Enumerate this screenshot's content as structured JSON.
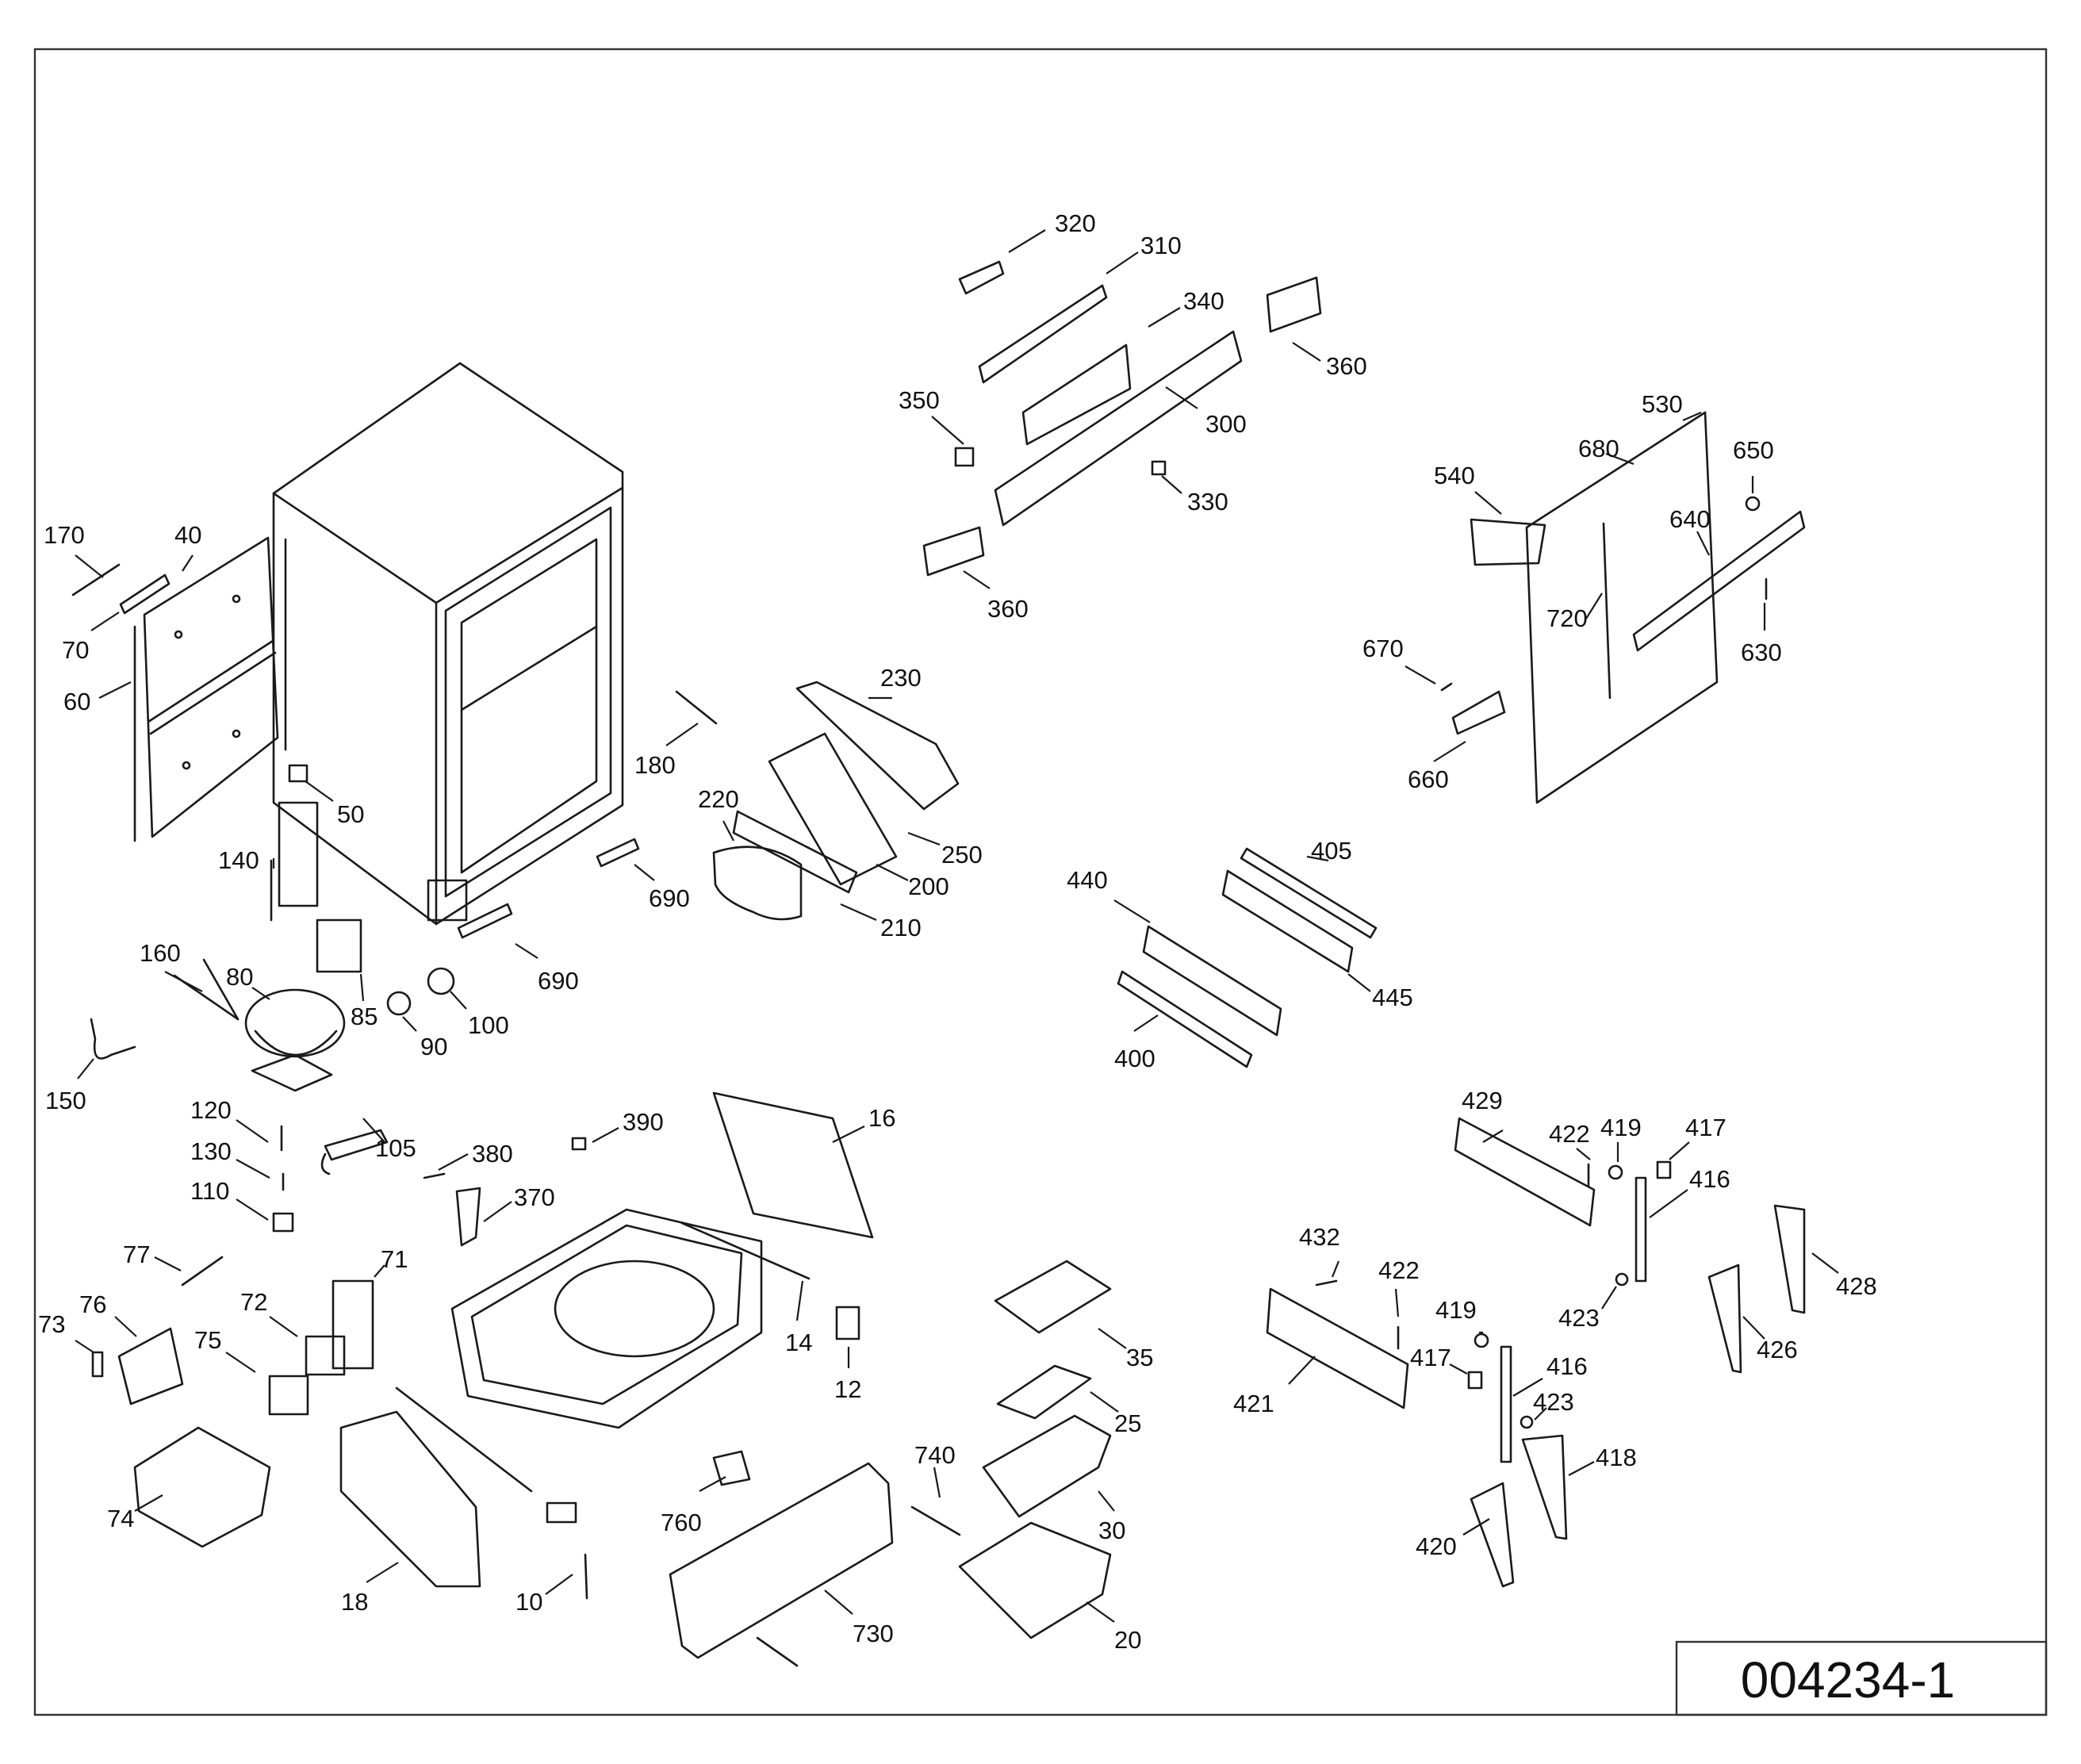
{
  "drawing_number": "004234-1",
  "callouts": [
    {
      "id": "320",
      "label": "320"
    },
    {
      "id": "310",
      "label": "310"
    },
    {
      "id": "340",
      "label": "340"
    },
    {
      "id": "360a",
      "label": "360"
    },
    {
      "id": "350",
      "label": "350"
    },
    {
      "id": "300",
      "label": "300"
    },
    {
      "id": "330",
      "label": "330"
    },
    {
      "id": "360b",
      "label": "360"
    },
    {
      "id": "530",
      "label": "530"
    },
    {
      "id": "680",
      "label": "680"
    },
    {
      "id": "650",
      "label": "650"
    },
    {
      "id": "540",
      "label": "540"
    },
    {
      "id": "640",
      "label": "640"
    },
    {
      "id": "720",
      "label": "720"
    },
    {
      "id": "630",
      "label": "630"
    },
    {
      "id": "670",
      "label": "670"
    },
    {
      "id": "660",
      "label": "660"
    },
    {
      "id": "170",
      "label": "170"
    },
    {
      "id": "40",
      "label": "40"
    },
    {
      "id": "70",
      "label": "70"
    },
    {
      "id": "60",
      "label": "60"
    },
    {
      "id": "50",
      "label": "50"
    },
    {
      "id": "230",
      "label": "230"
    },
    {
      "id": "180",
      "label": "180"
    },
    {
      "id": "220",
      "label": "220"
    },
    {
      "id": "250",
      "label": "250"
    },
    {
      "id": "200",
      "label": "200"
    },
    {
      "id": "210",
      "label": "210"
    },
    {
      "id": "690a",
      "label": "690"
    },
    {
      "id": "690b",
      "label": "690"
    },
    {
      "id": "140",
      "label": "140"
    },
    {
      "id": "160",
      "label": "160"
    },
    {
      "id": "80",
      "label": "80"
    },
    {
      "id": "85",
      "label": "85"
    },
    {
      "id": "90",
      "label": "90"
    },
    {
      "id": "100",
      "label": "100"
    },
    {
      "id": "150",
      "label": "150"
    },
    {
      "id": "405",
      "label": "405"
    },
    {
      "id": "440",
      "label": "440"
    },
    {
      "id": "445",
      "label": "445"
    },
    {
      "id": "400",
      "label": "400"
    },
    {
      "id": "120",
      "label": "120"
    },
    {
      "id": "130",
      "label": "130"
    },
    {
      "id": "105",
      "label": "105"
    },
    {
      "id": "380",
      "label": "380"
    },
    {
      "id": "390",
      "label": "390"
    },
    {
      "id": "16",
      "label": "16"
    },
    {
      "id": "110",
      "label": "110"
    },
    {
      "id": "370",
      "label": "370"
    },
    {
      "id": "77",
      "label": "77"
    },
    {
      "id": "71",
      "label": "71"
    },
    {
      "id": "76",
      "label": "76"
    },
    {
      "id": "72",
      "label": "72"
    },
    {
      "id": "73",
      "label": "73"
    },
    {
      "id": "75",
      "label": "75"
    },
    {
      "id": "14",
      "label": "14"
    },
    {
      "id": "12",
      "label": "12"
    },
    {
      "id": "74",
      "label": "74"
    },
    {
      "id": "35",
      "label": "35"
    },
    {
      "id": "25",
      "label": "25"
    },
    {
      "id": "740",
      "label": "740"
    },
    {
      "id": "760",
      "label": "760"
    },
    {
      "id": "30",
      "label": "30"
    },
    {
      "id": "18",
      "label": "18"
    },
    {
      "id": "10",
      "label": "10"
    },
    {
      "id": "730",
      "label": "730"
    },
    {
      "id": "20",
      "label": "20"
    },
    {
      "id": "429",
      "label": "429"
    },
    {
      "id": "422a",
      "label": "422"
    },
    {
      "id": "419a",
      "label": "419"
    },
    {
      "id": "417a",
      "label": "417"
    },
    {
      "id": "416a",
      "label": "416"
    },
    {
      "id": "432",
      "label": "432"
    },
    {
      "id": "422b",
      "label": "422"
    },
    {
      "id": "423a",
      "label": "423"
    },
    {
      "id": "428",
      "label": "428"
    },
    {
      "id": "419b",
      "label": "419"
    },
    {
      "id": "426",
      "label": "426"
    },
    {
      "id": "417b",
      "label": "417"
    },
    {
      "id": "416b",
      "label": "416"
    },
    {
      "id": "421",
      "label": "421"
    },
    {
      "id": "423b",
      "label": "423"
    },
    {
      "id": "418",
      "label": "418"
    },
    {
      "id": "420",
      "label": "420"
    }
  ]
}
